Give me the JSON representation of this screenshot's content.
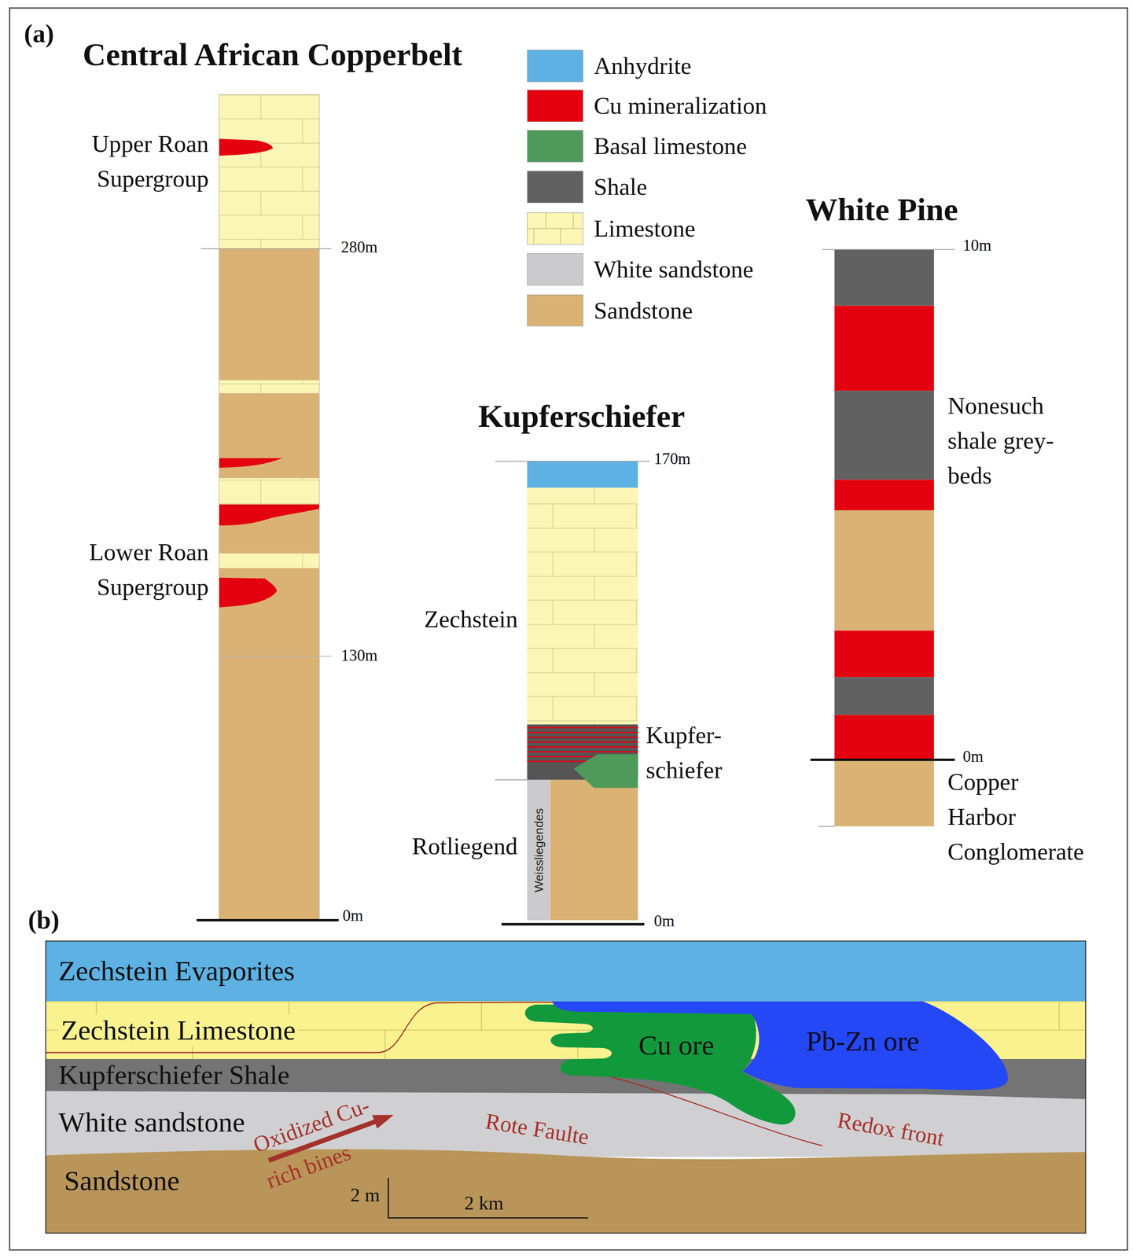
{
  "diagram": {
    "nodes": [
      {
        "text": [
          "Zechstein Evaporites"
        ]
      },
      {
        "text": [
          "Zechstein Limestone"
        ]
      },
      {
        "text": [
          "Kupferschiefer Shale"
        ]
      },
      {
        "text": [
          "White sandstone"
        ]
      },
      {
        "text": [
          "Sandstone"
        ]
      },
      {
        "text": [
          "Cu ore"
        ]
      },
      {
        "text": [
          "Pb-Zn ore"
        ]
      }
    ],
    "labels": [
      "(a)",
      "Central African Copperbelt",
      "Upper Roan Supergroup",
      "280m",
      "Lower Roan Supergroup",
      "130m",
      "0m",
      "Kupferschiefer",
      "170m",
      "Zechstein",
      "Kupfer- schiefer",
      "Rotliegend",
      "Weissliegendes",
      "0m",
      "White Pine",
      "10m",
      "Nonesuch shale grey- beds",
      "0m",
      "Copper Harbor Conglomerate",
      "(b)",
      "Oxidized Cu- rich bines",
      "Rote Faulte",
      "Redox front",
      "2 m",
      "2 km"
    ],
    "legend": [
      {
        "text": "Anhydrite",
        "color": "#5db1e3"
      },
      {
        "text": "Cu mineralization",
        "color": "#e3000f"
      },
      {
        "text": "Basal limestone",
        "color": "#4f9a5b"
      },
      {
        "text": "Shale",
        "color": "#616161"
      },
      {
        "text": "Limestone",
        "color": "#fbf6b5"
      },
      {
        "text": "White sandstone",
        "color": "#cbcbcd"
      },
      {
        "text": "Sandstone",
        "color": "#dab274"
      }
    ]
  }
}
